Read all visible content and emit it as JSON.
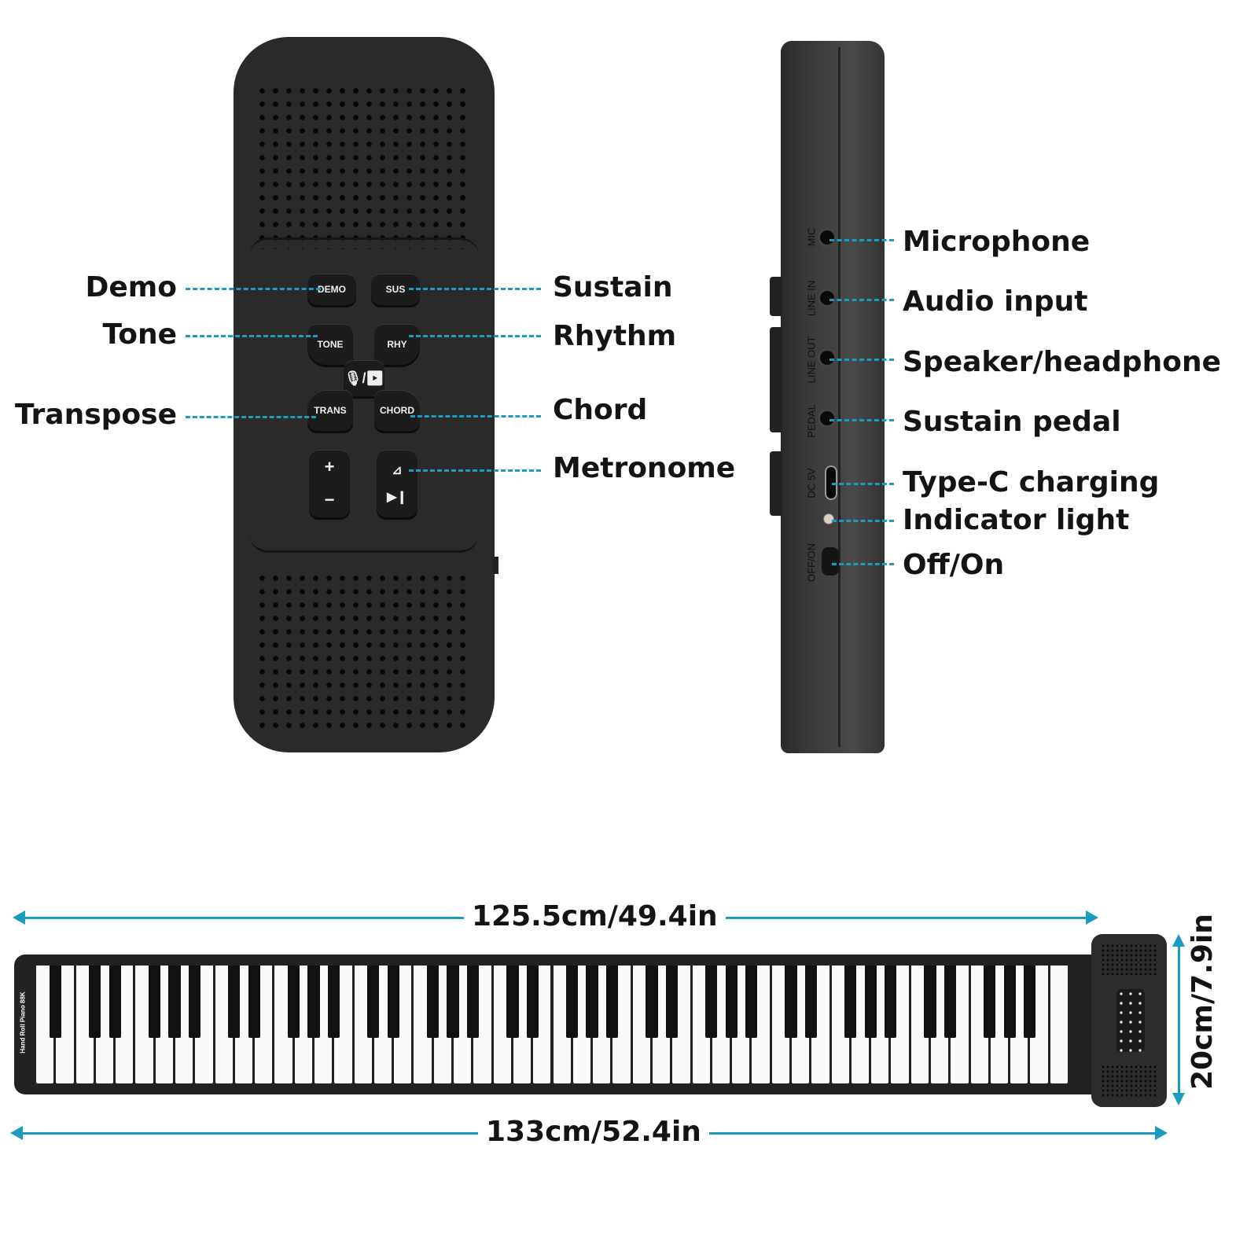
{
  "accent_color": "#1a9cc0",
  "top_panel": {
    "buttons": [
      "DEMO",
      "SUS",
      "TONE",
      "RHY",
      "TRANS",
      "CHORD",
      "+",
      "−"
    ],
    "button_icons": [
      "mic-play-icon",
      "metronome-icon",
      "play-pause-icon"
    ],
    "left_labels": [
      "Demo",
      "Tone",
      "Transpose"
    ],
    "right_labels": [
      "Sustain",
      "Rhythm",
      "Chord",
      "Metronome"
    ]
  },
  "side_panel": {
    "port_labels": [
      "MIC",
      "LINE IN",
      "LINE OUT",
      "PEDAL",
      "DC 5V",
      "OFF/ON"
    ],
    "callouts": [
      "Microphone",
      "Audio input",
      "Speaker/headphone",
      "Sustain pedal",
      "Type-C charging",
      "Indicator light",
      "Off/On"
    ]
  },
  "keyboard": {
    "brand": "Hand Roll Piano 88K",
    "key_count": 88,
    "dimensions": {
      "keys_length": "125.5cm/49.4in",
      "total_length": "133cm/52.4in",
      "width": "20cm/7.9in"
    }
  }
}
